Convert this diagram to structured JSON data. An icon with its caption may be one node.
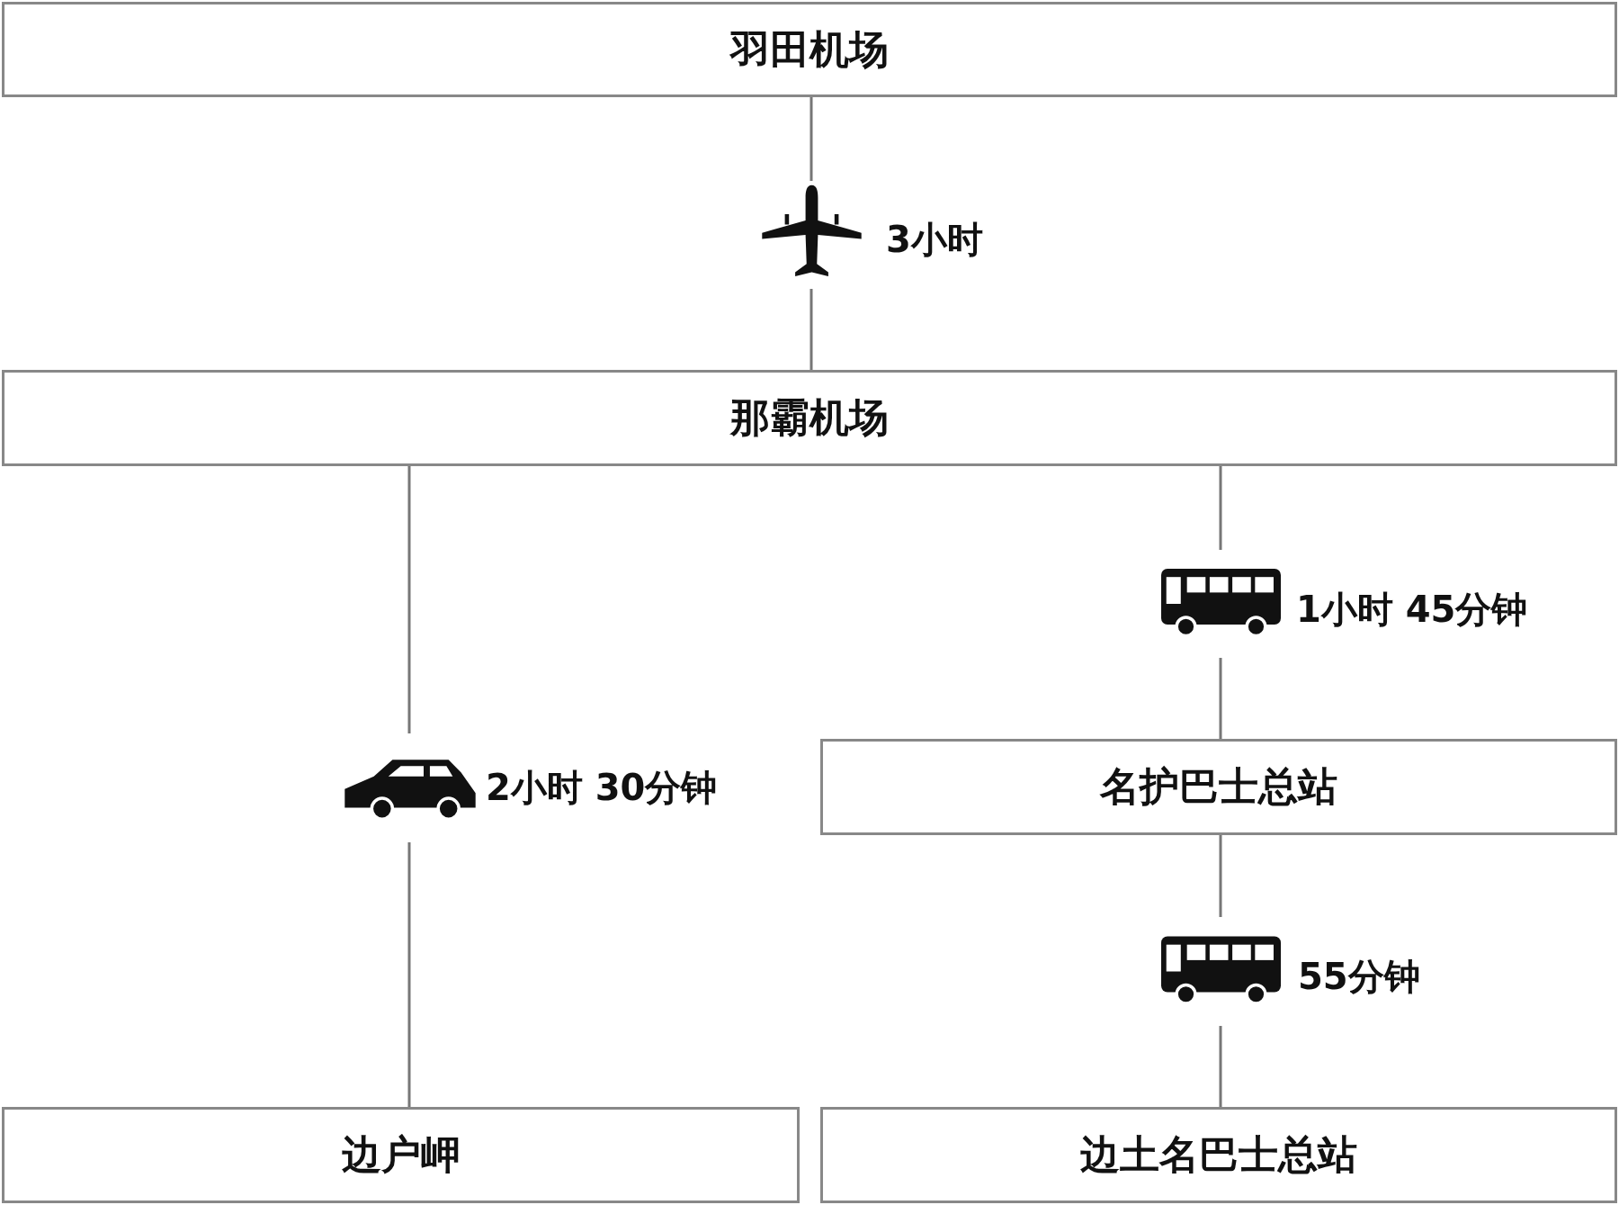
{
  "diagram": {
    "nodes": [
      {
        "text": [
          "羽田机场"
        ]
      },
      {
        "text": [
          "那霸机场"
        ]
      },
      {
        "text": [
          "名护巴士总站"
        ]
      },
      {
        "text": [
          "边户岬"
        ]
      },
      {
        "text": [
          "边土名巴士总站"
        ]
      }
    ],
    "edges": [
      {
        "from": 0,
        "to": 1,
        "arrow": "none",
        "label": "3小时"
      },
      {
        "from": 1,
        "to": 3,
        "arrow": "none",
        "label": "2小时 30分钟"
      },
      {
        "from": 1,
        "to": 2,
        "arrow": "none",
        "label": "1小时 45分钟"
      },
      {
        "from": 2,
        "to": 4,
        "arrow": "none",
        "label": "55分钟"
      }
    ]
  }
}
